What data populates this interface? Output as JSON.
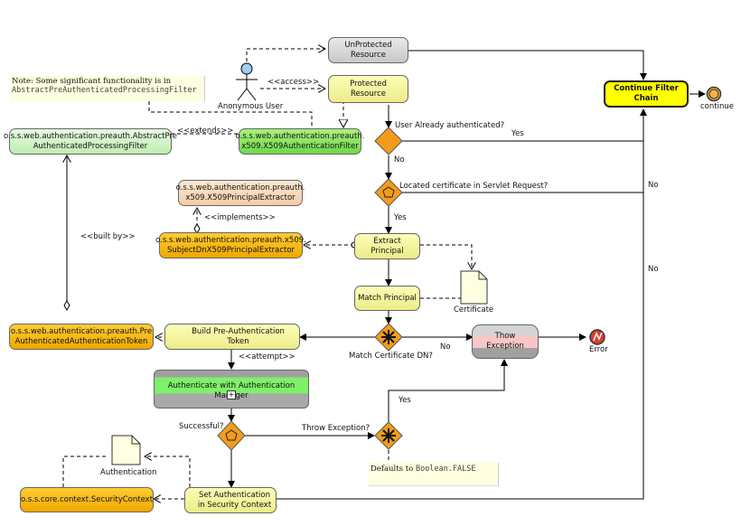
{
  "nodes": {
    "unprotected_resource": "UnProtected\nResource",
    "protected_resource": "Protected Resource",
    "continue_filter_chain": "Continue Filter Chain",
    "abstract_filter": "o.s.s.web.authentication.preauth.AbstractPre\nAuthenticatedProcessingFilter",
    "x509_filter": "o.s.s.web.authentication.preauth.\nx509.X509AuthenticationFilter",
    "x509_principal_extractor": "o.s.s.web.authentication.preauth.\nx509.X509PrincipalExtractor",
    "subject_dn_extractor": "o.s.s.web.authentication.preauth.x509.\nSubjectDnX509PrincipalExtractor",
    "extract_principal": "Extract Principal",
    "match_principal": "Match Principal",
    "pre_auth_token": "o.s.s.web.authentication.preauth.Pre\nAuthenticatedAuthenticationToken",
    "build_token": "Build Pre-Authentication Token",
    "thow_exception": "Thow Exception",
    "authenticate_manager": "Authenticate with Authentication Manager",
    "security_context": "o.s.s.core.context.SecurityContext",
    "set_authentication": "Set Authentication\nin Security Context"
  },
  "labels": {
    "anonymous_user": "Anonymous User",
    "access": "<<access>>",
    "extends": "<<extends>>",
    "implements": "<<implements>>",
    "built_by": "<<built by>>",
    "attempt": "<<attempt>>",
    "continue": "continue",
    "error": "Error",
    "user_already_authenticated": "User Already authenticated?",
    "located_certificate": "Located certificate in Servlet Request?",
    "match_certificate_dn": "Match Certificate DN?",
    "successful": "Successful?",
    "throw_exception_q": "Throw Exception?",
    "certificate": "Certificate",
    "authentication": "Authentication",
    "yes_1": "Yes",
    "no_1": "No",
    "yes_2": "Yes",
    "no_2": "No",
    "no_3": "No",
    "no_4": "No",
    "yes_3": "Yes"
  },
  "notes": {
    "top_note_text": "Note: Some significant functionality is in",
    "top_note_code": "AbstractPreAuthenticatedProcessingFilter",
    "bottom_note_text": "Defaults to",
    "bottom_note_code": "Boolean.FALSE"
  },
  "colors": {
    "activity_yellow": "#f5f5a0",
    "highlight_yellow": "#ffff00",
    "class_green": "#c9f1bd",
    "class_orange": "#f7b500",
    "gateway_orange": "#f39c1b",
    "exception_pink": "#f9c6c6",
    "error_red": "#e23a2a"
  }
}
